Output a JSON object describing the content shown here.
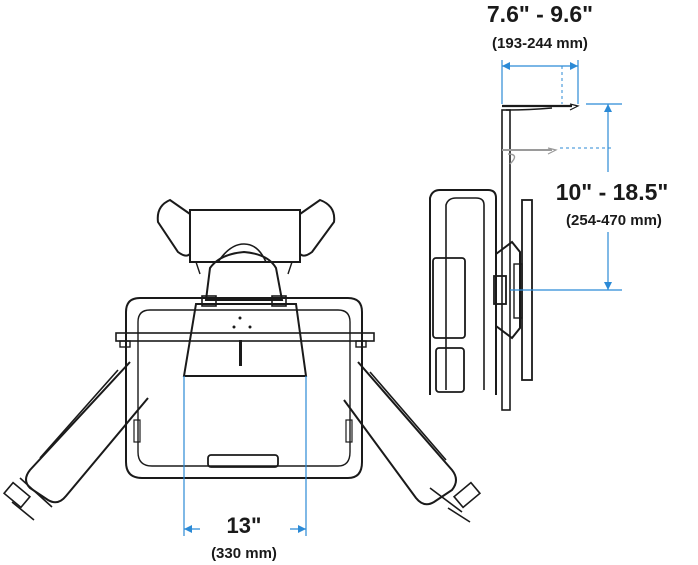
{
  "depth_dimension": {
    "label": "7.6\" - 9.6\"",
    "metric": "(193-244 mm)"
  },
  "height_dimension": {
    "label": "10\" - 18.5\"",
    "metric": "(254-470 mm)"
  },
  "width_dimension": {
    "label": "13\"",
    "metric": "(330 mm)"
  },
  "colors": {
    "dimension_line": "#2b8ad6",
    "drawing_line": "#1a1a1a",
    "ghost_line": "#9a9a9a"
  }
}
